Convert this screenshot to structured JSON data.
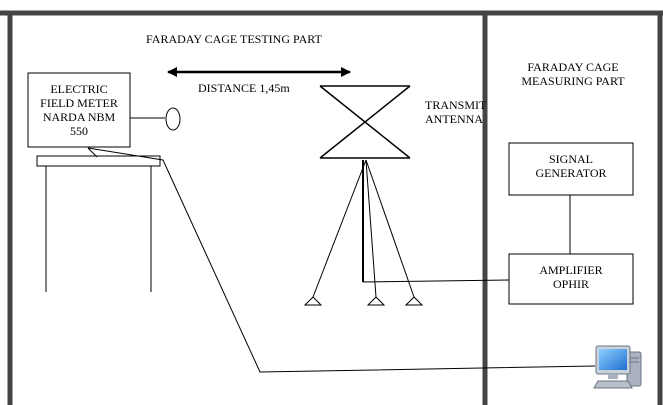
{
  "testing_part": {
    "title": "FARADAY CAGE TESTING PART",
    "distance_label": "DISTANCE  1,45m",
    "meter": {
      "line1": "ELECTRIC",
      "line2": "FIELD METER",
      "line3": "NARDA NBM",
      "line4": "550"
    },
    "antenna": {
      "line1": "TRANSMIT",
      "line2": "ANTENNA"
    }
  },
  "measuring_part": {
    "title_line1": "FARADAY CAGE",
    "title_line2": "MEASURING PART",
    "signal_generator": {
      "line1": "SIGNAL",
      "line2": "GENERATOR"
    },
    "amplifier": {
      "line1": "AMPLIFIER",
      "line2": "OPHIR"
    }
  },
  "icons": [
    "computer-icon"
  ],
  "colors": {
    "cage_wall": "#444444",
    "computer_screen": "#2f8fe0",
    "computer_body": "#a9b2be"
  }
}
